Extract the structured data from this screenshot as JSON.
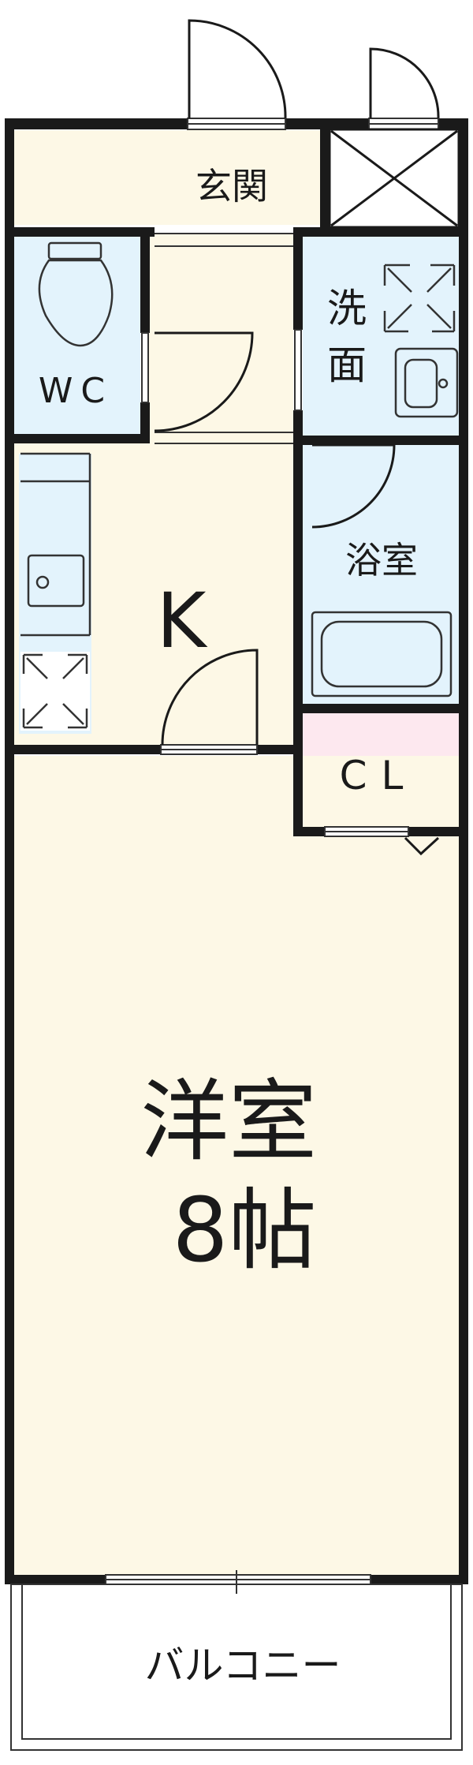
{
  "floor_plan": {
    "rooms": {
      "entrance": {
        "label": "玄関"
      },
      "wc": {
        "label": "WC"
      },
      "washroom": {
        "label_line1": "洗",
        "label_line2": "面"
      },
      "bath": {
        "label": "浴室"
      },
      "kitchen": {
        "label": "K"
      },
      "closet": {
        "label": "CL"
      },
      "western_room": {
        "label": "洋室",
        "size": "8帖"
      },
      "balcony": {
        "label": "バルコニー"
      }
    },
    "colors": {
      "wall": "#1a1a1a",
      "floor_cream": "#fdf8e6",
      "wet_area_blue": "#e3f3fc",
      "closet_pink": "#fde8ef",
      "fixture_line": "#333333"
    }
  }
}
